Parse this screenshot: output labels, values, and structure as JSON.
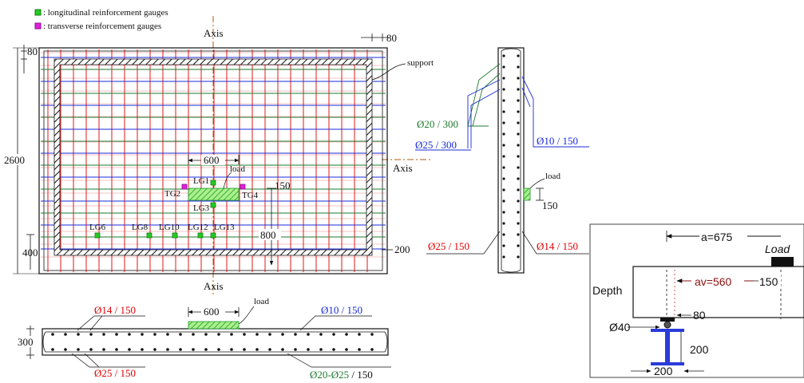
{
  "legend": {
    "longitudinal": ": longitudinal reinforcement gauges",
    "transverse": ": transverse reinforcement gauges"
  },
  "colors": {
    "red": "#e00000",
    "blue": "#1a2bd6",
    "green": "#1f7a2e",
    "gauge_long": "#22cc22",
    "gauge_trans": "#e020e0"
  },
  "plan": {
    "axis_top": "Axis",
    "axis_bottom": "Axis",
    "axis_right": "Axis",
    "dim_80_top": "80",
    "dim_80_left": "80",
    "dim_2600": "2600",
    "dim_400": "400",
    "dim_200": "200",
    "dim_600": "600",
    "dim_150": "150",
    "dim_800": "800",
    "support": "support",
    "load": "load",
    "gauges": [
      "LG1",
      "TG2",
      "LG3",
      "TG4",
      "LG6",
      "LG8",
      "LG10",
      "LG12",
      "LG13"
    ]
  },
  "section_bottom": {
    "dim_300": "300",
    "dim_600": "600",
    "load": "load",
    "bar_top_red": "Ø14 / 150",
    "bar_top_blue": "Ø10 / 150",
    "bar_bottom_red": "Ø25 / 150",
    "bar_bottom_green_a": "Ø20",
    "bar_bottom_green_sep": "-",
    "bar_bottom_blue": "Ø25",
    "bar_bottom_tail": " / 150"
  },
  "section_right": {
    "green_label": "Ø20 / 300",
    "blue_label": "Ø25 / 300",
    "blue_right": "Ø10 / 150",
    "load": "load",
    "dim_150": "150",
    "red_left": "Ø25 / 150",
    "red_right": "Ø14 / 150"
  },
  "detail": {
    "a": "a=675",
    "load": "Load",
    "depth": "Depth",
    "av": "av=560",
    "dim_150": "150",
    "dim_80": "80",
    "d40": "Ø40",
    "dim_200_v": "200",
    "dim_200_h": "200"
  }
}
